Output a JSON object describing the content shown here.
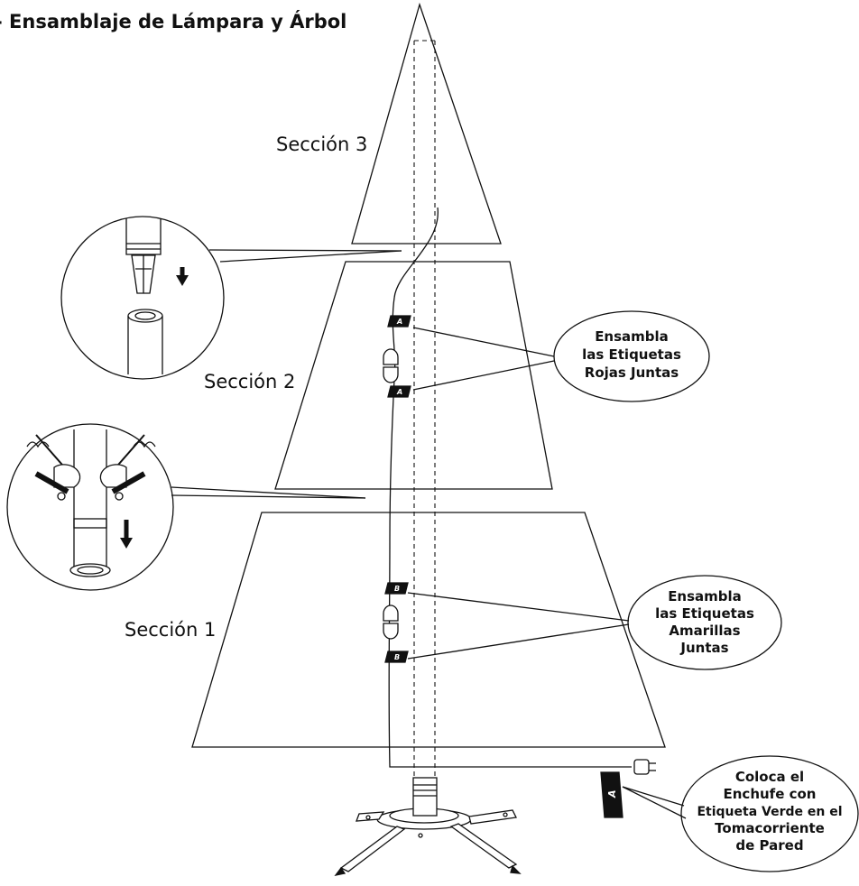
{
  "title": "- Ensamblaje de Lámpara y Árbol",
  "sections": {
    "section3": "Sección 3",
    "section2": "Sección 2",
    "section1": "Sección 1"
  },
  "callouts": {
    "red": {
      "line1": "Ensambla",
      "line2": "las Etiquetas",
      "line3": "Rojas Juntas"
    },
    "yellow": {
      "line1": "Ensambla",
      "line2": "las Etiquetas",
      "line3": "Amarillas",
      "line4": "Juntas"
    },
    "green": {
      "line1": "Coloca el",
      "line2": "Enchufe con",
      "line3": "Etiqueta Verde en el",
      "line4": "Tomacorriente",
      "line5": "de Pared"
    }
  },
  "tags": {
    "a": "A",
    "b": "B"
  }
}
